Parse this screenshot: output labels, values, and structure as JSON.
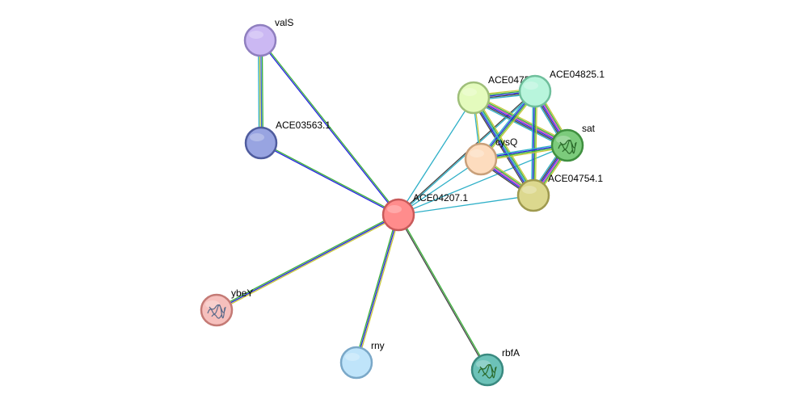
{
  "network": {
    "nodes": [
      {
        "id": "valS",
        "label": "valS",
        "color": "#cbb8f3",
        "border": "#8f7fbf",
        "structure": false
      },
      {
        "id": "ACE03563.1",
        "label": "ACE03563.1",
        "color": "#98a4e1",
        "border": "#4f5c9e",
        "structure": false
      },
      {
        "id": "ACE04207.1",
        "label": "ACE04207.1",
        "color": "#ff8c8c",
        "border": "#c85a5a",
        "structure": false
      },
      {
        "id": "ACE04752",
        "label": "ACE0475…",
        "color": "#e4fbbd",
        "border": "#9fbf7a",
        "structure": false
      },
      {
        "id": "ACE04825.1",
        "label": "ACE04825.1",
        "color": "#b8f5dc",
        "border": "#6fbf9c",
        "structure": false
      },
      {
        "id": "sat",
        "label": "sat",
        "color": "#7ccb7c",
        "border": "#3f8f3f",
        "structure": true
      },
      {
        "id": "cysQ",
        "label": "cysQ",
        "color": "#fddcbe",
        "border": "#c9a07a",
        "structure": false
      },
      {
        "id": "ACE04754.1",
        "label": "ACE04754.1",
        "color": "#dcd88e",
        "border": "#9f9a4f",
        "structure": false
      },
      {
        "id": "ybeY",
        "label": "ybeY",
        "color": "#f6c0bd",
        "border": "#c47a75",
        "structure": true
      },
      {
        "id": "rny",
        "label": "rny",
        "color": "#bfe4fa",
        "border": "#7aa8c8",
        "structure": false
      },
      {
        "id": "rbfA",
        "label": "rbfA",
        "color": "#6cc2b8",
        "border": "#3a8a80",
        "structure": true
      }
    ],
    "edges": [
      {
        "source": "valS",
        "target": "ACE03563.1",
        "colors": [
          "#3ab03a",
          "#3366dd",
          "#c8c83a",
          "#2fb0c8"
        ]
      },
      {
        "source": "valS",
        "target": "ACE04207.1",
        "colors": [
          "#3ab03a",
          "#2222dd"
        ]
      },
      {
        "source": "ACE03563.1",
        "target": "ACE04207.1",
        "colors": [
          "#3ab03a",
          "#2222dd"
        ]
      },
      {
        "source": "ACE04207.1",
        "target": "ybeY",
        "colors": [
          "#c8c83a",
          "#2222dd",
          "#3ab03a"
        ]
      },
      {
        "source": "ACE04207.1",
        "target": "rny",
        "colors": [
          "#c8c83a",
          "#2222dd",
          "#3ab03a"
        ]
      },
      {
        "source": "ACE04207.1",
        "target": "rbfA",
        "colors": [
          "#3ab03a",
          "#444444"
        ]
      },
      {
        "source": "ACE04207.1",
        "target": "ACE04752",
        "colors": [
          "#2fb0c8"
        ]
      },
      {
        "source": "ACE04207.1",
        "target": "ACE04825.1",
        "colors": [
          "#444444",
          "#2fb0c8"
        ]
      },
      {
        "source": "ACE04207.1",
        "target": "sat",
        "colors": [
          "#2fb0c8"
        ]
      },
      {
        "source": "ACE04207.1",
        "target": "ACE04754.1",
        "colors": [
          "#2fb0c8"
        ]
      },
      {
        "source": "ACE04207.1",
        "target": "cysQ",
        "colors": [
          "#2fb0c8"
        ]
      },
      {
        "source": "ACE04752",
        "target": "ACE04825.1",
        "colors": [
          "#c8c83a",
          "#3ab03a",
          "#2222dd",
          "#444444",
          "#2fb0c8"
        ]
      },
      {
        "source": "ACE04752",
        "target": "sat",
        "colors": [
          "#c8c83a",
          "#3ab03a",
          "#cc33cc",
          "#2222dd",
          "#444444",
          "#2fb0c8"
        ]
      },
      {
        "source": "ACE04752",
        "target": "ACE04754.1",
        "colors": [
          "#c8c83a",
          "#3ab03a",
          "#cc33cc",
          "#2222dd",
          "#444444"
        ]
      },
      {
        "source": "ACE04752",
        "target": "cysQ",
        "colors": [
          "#c8c83a",
          "#2fb0c8"
        ]
      },
      {
        "source": "ACE04825.1",
        "target": "sat",
        "colors": [
          "#c8c83a",
          "#3ab03a",
          "#cc33cc",
          "#2222dd",
          "#444444",
          "#2fb0c8"
        ]
      },
      {
        "source": "ACE04825.1",
        "target": "ACE04754.1",
        "colors": [
          "#c8c83a",
          "#3ab03a",
          "#2222dd",
          "#2fb0c8"
        ]
      },
      {
        "source": "ACE04825.1",
        "target": "cysQ",
        "colors": [
          "#c8c83a",
          "#3ab03a",
          "#2222dd",
          "#2fb0c8"
        ]
      },
      {
        "source": "sat",
        "target": "ACE04754.1",
        "colors": [
          "#c8c83a",
          "#3ab03a",
          "#cc33cc",
          "#2222dd",
          "#444444",
          "#2fb0c8"
        ]
      },
      {
        "source": "sat",
        "target": "cysQ",
        "colors": [
          "#c8c83a",
          "#3ab03a",
          "#2222dd",
          "#2fb0c8"
        ]
      },
      {
        "source": "cysQ",
        "target": "ACE04754.1",
        "colors": [
          "#c8c83a",
          "#3ab03a",
          "#cc33cc",
          "#2222dd",
          "#444444"
        ]
      },
      {
        "source": "ACE04752",
        "target": "ACE04754.1",
        "colors": [
          "#2fb0c8"
        ]
      }
    ]
  }
}
